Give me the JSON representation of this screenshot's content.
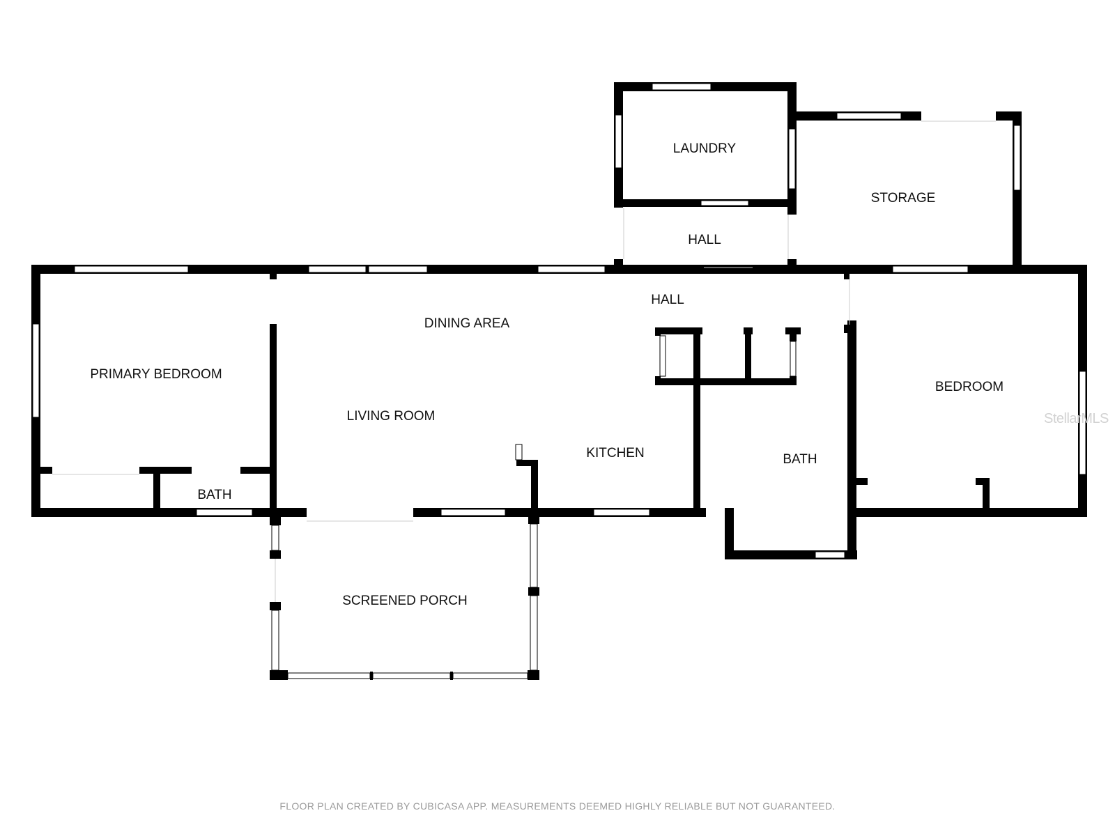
{
  "rooms": {
    "laundry": "LAUNDRY",
    "storage": "STORAGE",
    "hall_upper": "HALL",
    "hall": "HALL",
    "dining_area": "DINING AREA",
    "primary_bedroom": "PRIMARY BEDROOM",
    "living_room": "LIVING ROOM",
    "kitchen": "KITCHEN",
    "bath_right": "BATH",
    "bedroom": "BEDROOM",
    "bath_left": "BATH",
    "screened_porch": "SCREENED PORCH"
  },
  "footer": "FLOOR PLAN CREATED BY CUBICASA APP. MEASUREMENTS DEEMED HIGHLY RELIABLE BUT NOT GUARANTEED.",
  "watermark": "StellarMLS",
  "colors": {
    "wall": "#000000",
    "window": "#ffffff",
    "label": "#111111",
    "footer": "#9a9a9a"
  }
}
